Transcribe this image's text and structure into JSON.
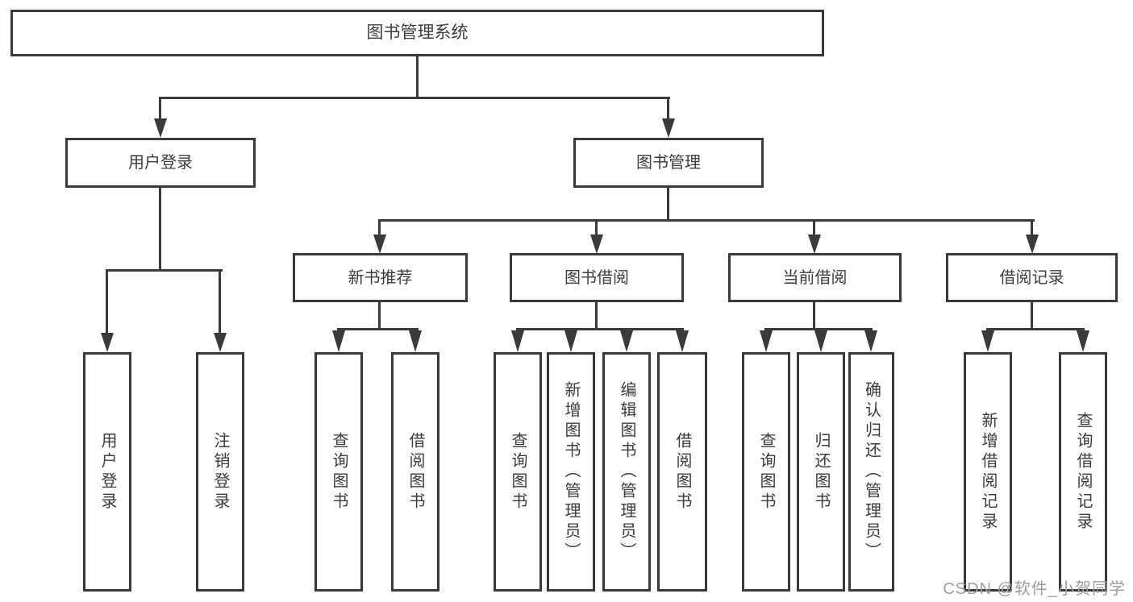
{
  "colors": {
    "line": "#3a3a3a",
    "text": "#3c3c3c",
    "watermark": "#9e9e9e",
    "box_background": "#ffffff",
    "page_background": "#ffffff"
  },
  "tree": {
    "root": "图书管理系统",
    "branches": [
      {
        "label": "用户登录",
        "children": [
          "用户登录",
          "注销登录"
        ]
      },
      {
        "label": "图书管理",
        "groups": [
          {
            "label": "新书推荐",
            "children": [
              "查询图书",
              "借阅图书"
            ]
          },
          {
            "label": "图书借阅",
            "children": [
              "查询图书",
              "新增图书（管理员）",
              "编辑图书（管理员）",
              "借阅图书"
            ]
          },
          {
            "label": "当前借阅",
            "children": [
              "查询图书",
              "归还图书",
              "确认归还（管理员）"
            ]
          },
          {
            "label": "借阅记录",
            "children": [
              "新增借阅记录",
              "查询借阅记录"
            ]
          }
        ]
      }
    ]
  },
  "watermark": "CSDN @软件_小贺同学"
}
